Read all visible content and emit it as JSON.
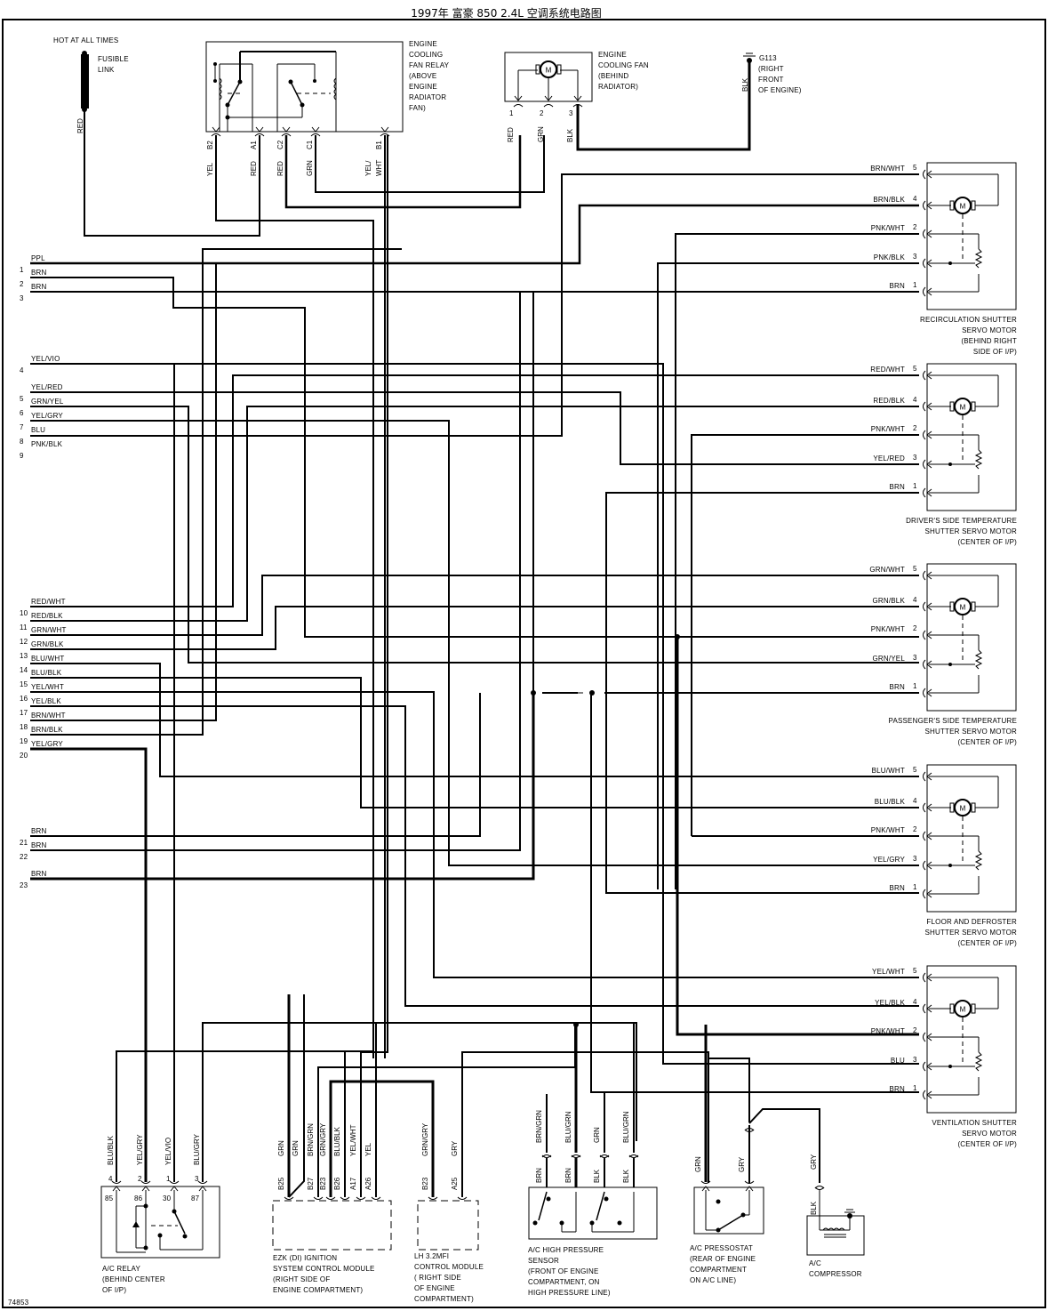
{
  "title": "1997年 富豪 850 2.4L 空调系统电路图",
  "figure_id": "74853",
  "fusible_link": {
    "hot_label": "HOT AT ALL TIMES",
    "name_lines": [
      "FUSIBLE",
      "LINK"
    ],
    "wire": "RED"
  },
  "fan_relay": {
    "name_lines": [
      "ENGINE",
      "COOLING",
      "FAN RELAY",
      "(ABOVE",
      "ENGINE",
      "RADIATOR",
      "FAN)"
    ],
    "pins": [
      {
        "pin": "B2",
        "wire": "YEL"
      },
      {
        "pin": "A1",
        "wire": "RED"
      },
      {
        "pin": "C2",
        "wire": "RED"
      },
      {
        "pin": "C1",
        "wire": "GRN"
      },
      {
        "pin": "B1",
        "wire": "YEL/ WHT"
      }
    ]
  },
  "cooling_fan": {
    "name_lines": [
      "ENGINE",
      "COOLING FAN",
      "(BEHIND",
      "RADIATOR)"
    ],
    "motor_symbol": "M",
    "pins": [
      {
        "pin": "1",
        "wire": "RED"
      },
      {
        "pin": "2",
        "wire": "GRN"
      },
      {
        "pin": "3",
        "wire": "BLK"
      }
    ]
  },
  "ground": {
    "name": "G113",
    "location_lines": [
      "(RIGHT",
      "FRONT",
      "OF ENGINE)"
    ],
    "wire": "BLK"
  },
  "left_connector": {
    "terminals": [
      {
        "num": "1",
        "wire": "PPL"
      },
      {
        "num": "2",
        "wire": "BRN"
      },
      {
        "num": "3",
        "wire": "BRN"
      },
      {
        "num": "4",
        "wire": "YEL/VIO"
      },
      {
        "num": "5",
        "wire": "YEL/RED"
      },
      {
        "num": "6",
        "wire": "GRN/YEL"
      },
      {
        "num": "7",
        "wire": "YEL/GRY"
      },
      {
        "num": "8",
        "wire": "BLU"
      },
      {
        "num": "9",
        "wire": "PNK/BLK"
      },
      {
        "num": "10",
        "wire": "RED/WHT"
      },
      {
        "num": "11",
        "wire": "RED/BLK"
      },
      {
        "num": "12",
        "wire": "GRN/WHT"
      },
      {
        "num": "13",
        "wire": "GRN/BLK"
      },
      {
        "num": "14",
        "wire": "BLU/WHT"
      },
      {
        "num": "15",
        "wire": "BLU/BLK"
      },
      {
        "num": "16",
        "wire": "YEL/WHT"
      },
      {
        "num": "17",
        "wire": "YEL/BLK"
      },
      {
        "num": "18",
        "wire": "BRN/WHT"
      },
      {
        "num": "19",
        "wire": "BRN/BLK"
      },
      {
        "num": "20",
        "wire": "YEL/GRY"
      },
      {
        "num": "21",
        "wire": "BRN"
      },
      {
        "num": "22",
        "wire": "BRN"
      },
      {
        "num": "23",
        "wire": "BRN"
      }
    ]
  },
  "servo_motors": [
    {
      "name_lines": [
        "RECIRCULATION SHUTTER",
        "SERVO MOTOR",
        "(BEHIND RIGHT",
        "SIDE OF I/P)"
      ],
      "pins": [
        {
          "pin": "5",
          "wire": "BRN/WHT"
        },
        {
          "pin": "4",
          "wire": "BRN/BLK"
        },
        {
          "pin": "2",
          "wire": "PNK/WHT"
        },
        {
          "pin": "3",
          "wire": "PNK/BLK"
        },
        {
          "pin": "1",
          "wire": "BRN"
        }
      ]
    },
    {
      "name_lines": [
        "DRIVER'S SIDE TEMPERATURE",
        "SHUTTER SERVO MOTOR",
        "(CENTER OF I/P)"
      ],
      "pins": [
        {
          "pin": "5",
          "wire": "RED/WHT"
        },
        {
          "pin": "4",
          "wire": "RED/BLK"
        },
        {
          "pin": "2",
          "wire": "PNK/WHT"
        },
        {
          "pin": "3",
          "wire": "YEL/RED"
        },
        {
          "pin": "1",
          "wire": "BRN"
        }
      ]
    },
    {
      "name_lines": [
        "PASSENGER'S SIDE TEMPERATURE",
        "SHUTTER SERVO MOTOR",
        "(CENTER OF I/P)"
      ],
      "pins": [
        {
          "pin": "5",
          "wire": "GRN/WHT"
        },
        {
          "pin": "4",
          "wire": "GRN/BLK"
        },
        {
          "pin": "2",
          "wire": "PNK/WHT"
        },
        {
          "pin": "3",
          "wire": "GRN/YEL"
        },
        {
          "pin": "1",
          "wire": "BRN"
        }
      ]
    },
    {
      "name_lines": [
        "FLOOR AND DEFROSTER",
        "SHUTTER SERVO MOTOR",
        "(CENTER OF I/P)"
      ],
      "pins": [
        {
          "pin": "5",
          "wire": "BLU/WHT"
        },
        {
          "pin": "4",
          "wire": "BLU/BLK"
        },
        {
          "pin": "2",
          "wire": "PNK/WHT"
        },
        {
          "pin": "3",
          "wire": "YEL/GRY"
        },
        {
          "pin": "1",
          "wire": "BRN"
        }
      ]
    },
    {
      "name_lines": [
        "VENTILATION SHUTTER",
        "SERVO MOTOR",
        "(CENTER OF I/P)"
      ],
      "pins": [
        {
          "pin": "5",
          "wire": "YEL/WHT"
        },
        {
          "pin": "4",
          "wire": "YEL/BLK"
        },
        {
          "pin": "2",
          "wire": "PNK/WHT"
        },
        {
          "pin": "3",
          "wire": "BLU"
        },
        {
          "pin": "1",
          "wire": "BRN"
        }
      ]
    }
  ],
  "ac_relay": {
    "name_lines": [
      "A/C RELAY",
      "(BEHIND CENTER",
      "OF I/P)"
    ],
    "pins": [
      {
        "pin": "4",
        "terminal": "85",
        "wire": "BLU/BLK"
      },
      {
        "pin": "2",
        "terminal": "86",
        "wire": "YEL/GRY"
      },
      {
        "pin": "1",
        "terminal": "30",
        "wire": "YEL/VIO"
      },
      {
        "pin": "3",
        "terminal": "87",
        "wire": "BLU/GRY"
      }
    ]
  },
  "ezk_module": {
    "name_lines": [
      "EZK (DI) IGNITION",
      "SYSTEM CONTROL MODULE",
      "(RIGHT SIDE OF",
      "ENGINE COMPARTMENT)"
    ],
    "pins": [
      {
        "pin": "B25",
        "wire": "GRN"
      },
      {
        "pin": "",
        "wire": "GRN"
      },
      {
        "pin": "B27",
        "wire": "BRN/GRN"
      },
      {
        "pin": "B23",
        "wire": "GRN/GRY"
      },
      {
        "pin": "B26",
        "wire": "BLU/BLK"
      },
      {
        "pin": "A17",
        "wire": "YEL/WHT"
      },
      {
        "pin": "A26",
        "wire": "YEL"
      }
    ]
  },
  "lh_module": {
    "name_lines": [
      "LH 3.2MFI",
      "CONTROL MODULE",
      "( RIGHT SIDE",
      "OF ENGINE",
      "COMPARTMENT)"
    ],
    "pins": [
      {
        "pin": "B23",
        "wire": "GRN/GRY"
      },
      {
        "pin": "A25",
        "wire": "GRY"
      }
    ]
  },
  "high_pressure_sensor": {
    "name_lines": [
      "A/C HIGH PRESSURE",
      "SENSOR",
      "(FRONT OF ENGINE",
      "COMPARTMENT, ON",
      "HIGH PRESSURE LINE)"
    ],
    "pins": [
      {
        "upper": "BRN/GRN",
        "lower": "BRN"
      },
      {
        "upper": "BLU/GRN",
        "lower": "BRN"
      },
      {
        "upper": "GRN",
        "lower": "BLK"
      },
      {
        "upper": "BLU/GRN",
        "lower": "BLK"
      }
    ]
  },
  "pressostat": {
    "name_lines": [
      "A/C PRESSOSTAT",
      "(REAR OF ENGINE",
      "COMPARTMENT",
      "ON A/C LINE)"
    ],
    "pins": [
      {
        "wire": "GRN"
      },
      {
        "wire": "GRY"
      }
    ]
  },
  "compressor": {
    "name_lines": [
      "A/C",
      "COMPRESSOR"
    ],
    "wire_upper": "GRY",
    "wire_lower": "BLK"
  }
}
